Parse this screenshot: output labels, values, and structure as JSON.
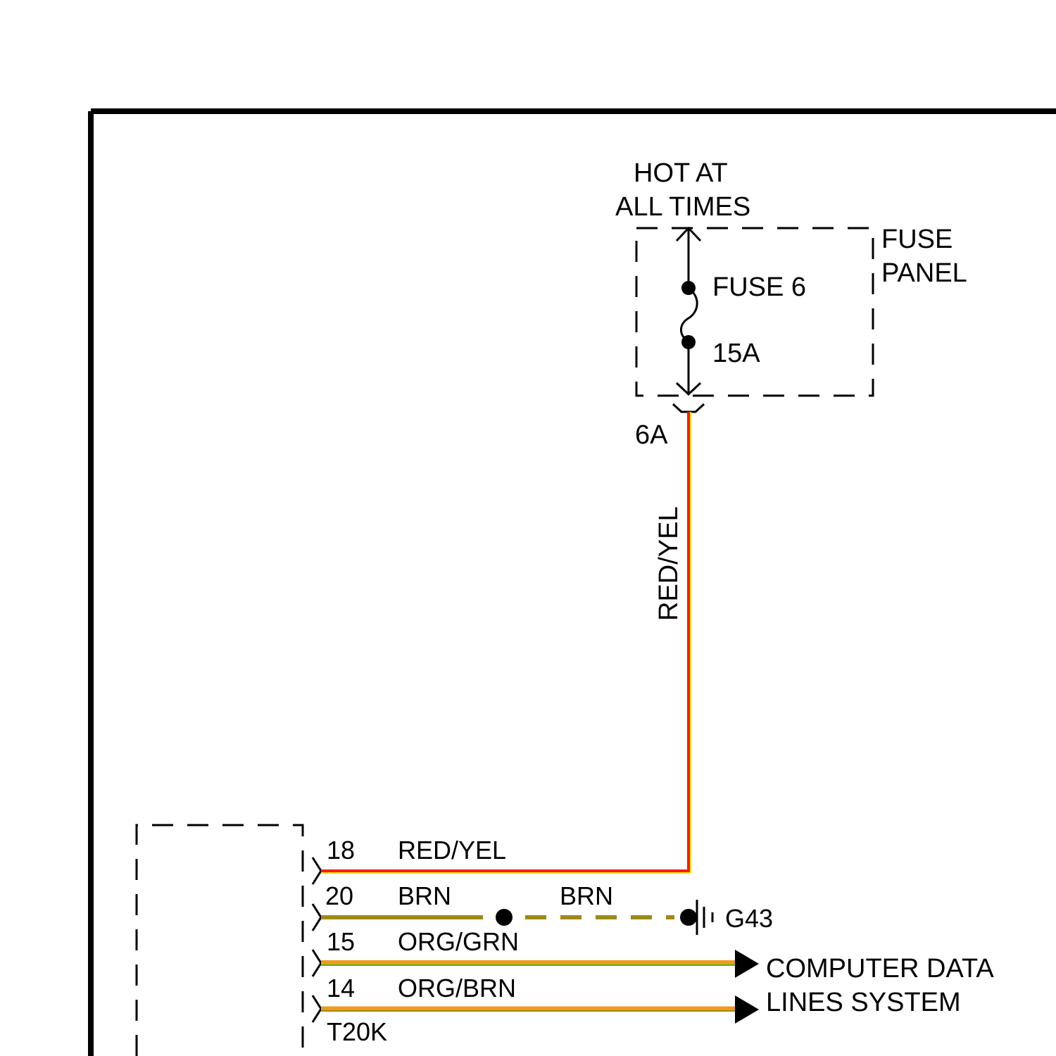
{
  "colors": {
    "red_yel_main": "#ff1a00",
    "red_yel_stripe": "#ffe800",
    "brn": "#9c8a16",
    "org": "#f29a1a",
    "grn_stripe": "#36c22a",
    "frame": "#000000"
  },
  "power": {
    "hot_line1": "HOT AT",
    "hot_line2": "ALL TIMES"
  },
  "fuse_panel": {
    "label_line1": "FUSE",
    "label_line2": "PANEL",
    "fuse_name": "FUSE 6",
    "fuse_rating": "15A",
    "terminal": "6A"
  },
  "vertical_wire": {
    "color_label": "RED/YEL"
  },
  "connector": {
    "name": "T20K",
    "pins": [
      {
        "pin": "18",
        "color": "RED/YEL"
      },
      {
        "pin": "20",
        "color": "BRN"
      },
      {
        "pin": "15",
        "color": "ORG/GRN"
      },
      {
        "pin": "14",
        "color": "ORG/BRN"
      }
    ]
  },
  "ground": {
    "wire_color": "BRN",
    "name": "G43"
  },
  "destination": {
    "line1": "COMPUTER DATA",
    "line2": "LINES SYSTEM"
  }
}
